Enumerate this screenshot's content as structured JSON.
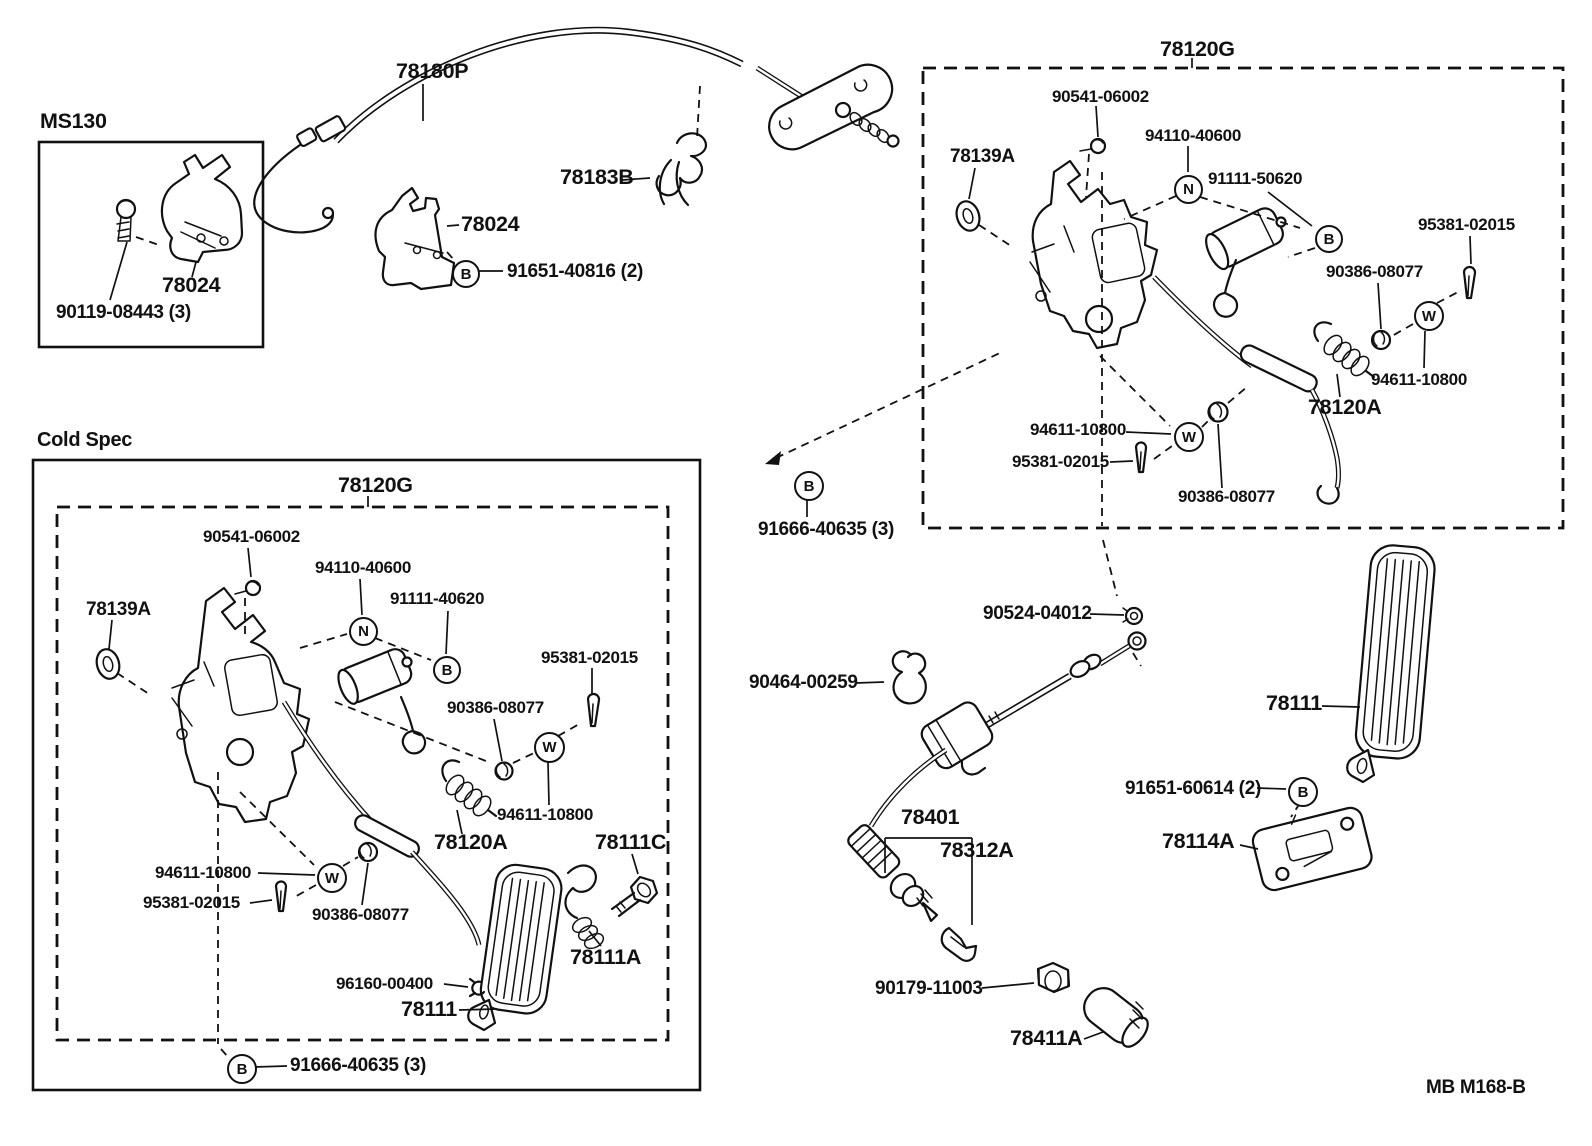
{
  "footer": {
    "code": "MB M168-B"
  },
  "glyphs": {
    "b": "B",
    "n": "N",
    "w": "W"
  },
  "ms130": {
    "title": "MS130",
    "bracket": "78024",
    "bolt": "90119-08443 (3)"
  },
  "top": {
    "cable": "78180P",
    "clip": "78183B",
    "bracket": "78024",
    "bolt": "91651-40816 (2)"
  },
  "main_box": {
    "title": "78120G",
    "screw": "90541-06002",
    "damper": "94110-40600",
    "grommet": "78139A",
    "bolt": "91111-50620",
    "cotter_right": "95381-02015",
    "collar_right": "90386-08077",
    "washer_right": "94611-10800",
    "spring": "78120A",
    "washer_left": "94611-10800",
    "cotter_left": "95381-02015",
    "collar_left": "90386-08077",
    "rivet": "91666-40635 (3)"
  },
  "cold_box": {
    "header": "Cold Spec",
    "title": "78120G",
    "screw": "90541-06002",
    "damper": "94110-40600",
    "grommet": "78139A",
    "bolt": "91111-40620",
    "cotter_right": "95381-02015",
    "collar_right": "90386-08077",
    "washer_right": "94611-10800",
    "spring": "78120A",
    "pedal_bolt": "78111C",
    "pedal_spring": "78111A",
    "washer_left": "94611-10800",
    "cotter_left": "95381-02015",
    "collar_left": "90386-08077",
    "clip": "96160-00400",
    "pedal": "78111",
    "rivet": "91666-40635 (3)"
  },
  "cable": {
    "nut_small": "90524-04012",
    "clamp": "90464-00259",
    "assembly": "78401",
    "clip": "78312A",
    "nut": "90179-11003",
    "pad": "78411A"
  },
  "pedal": {
    "pedal": "78111",
    "screw": "91651-60614 (2)",
    "plate": "78114A"
  }
}
